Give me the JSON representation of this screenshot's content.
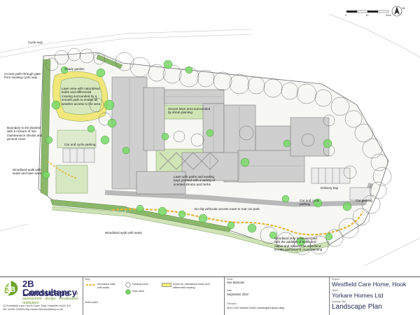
{
  "drawing": {
    "callouts": [
      "Cycle way",
      "Shady garden",
      "Access path through gate from existing cycle way",
      "Lawn area with naturalised bulbs and differential mowing surrounded by a smooth path to enable all weather access to the area",
      "Secure lawn area surrounded by shrub planting",
      "Lawn with paths and seating bays planted with a variety of scented shrubs and herbs",
      "Car and cycle parking",
      "Boundary to be planted with a mixture of low maintenance shrubs and ground cover",
      "Woodland walk with seats and lawn area",
      "No dig vehicular access route to rear car park",
      "Delivery bay",
      "Car and cycle parking",
      "Car parking",
      "Woodland walk with seats",
      "Woodland strip to be enriched with the addition of bulbs and native and ornamental woodland shrubs and ground cover planting"
    ],
    "scale_labels": [
      "0",
      "10",
      "20m"
    ],
    "north_label": "N"
  },
  "title_block": {
    "company": {
      "line1": "2B Landscape",
      "line2": "Consultancy",
      "suffix": "Ltd",
      "tagline": "assessment · design · visualisation · realisation",
      "address": "12 Eversfield Lane, North Cave, East Yorkshire HU15 2LF",
      "phone": "Tel: 01430 423004   http://www.2blconsultancy.co.uk",
      "logo": "2B"
    },
    "key": {
      "title": "Key",
      "items": [
        {
          "label": "Woodland walk with seats",
          "color": "#e7c04b",
          "kind": "line"
        },
        {
          "label": "Existing trees",
          "color": "#ffffff",
          "kind": "circle"
        },
        {
          "label": "New trees",
          "color": "#7cdc6a",
          "kind": "circle"
        },
        {
          "label": "Areas for naturalised bulbs and differential mowing",
          "color": "#f4ec7c",
          "kind": "box"
        }
      ],
      "brief_notes": "Brief notes"
    },
    "info": {
      "scale_label": "Scale",
      "scale_value": "See Barscale",
      "date_label": "Date",
      "date_value": "September 2010",
      "filename_label": "Filename",
      "filename_value": "2010-123-Yorkare-Hook-LandscapeLayout.dwg"
    },
    "project": {
      "project_label": "Project",
      "project_value": "Westfield Care Home, Hook",
      "client_label": "Client",
      "client_value": "Yorkare Homes Ltd",
      "drawing_label": "Drawing Title",
      "drawing_value": "Landscape Plan"
    }
  }
}
